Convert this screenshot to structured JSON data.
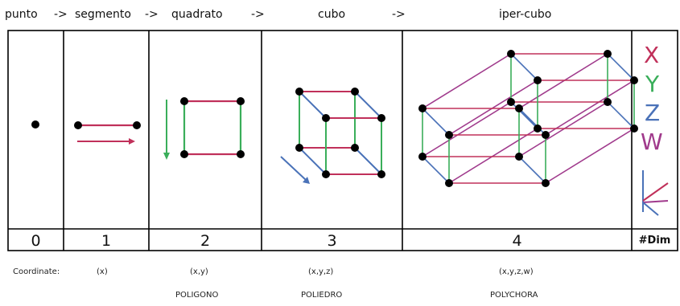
{
  "header": {
    "stages": [
      "punto",
      "segmento",
      "quadrato",
      "cubo",
      "iper-cubo"
    ],
    "arrow": "->"
  },
  "dimensions": [
    "0",
    "1",
    "2",
    "3",
    "4",
    "#Dim"
  ],
  "footer": {
    "coordinate_label": "Coordinate:",
    "coordinates": [
      "(x)",
      "(x,y)",
      "(x,y,z)",
      "(x,y,z,w)"
    ],
    "names": [
      "POLIGONO",
      "POLIEDRO",
      "POLYCHORA"
    ]
  },
  "axes_legend": [
    "X",
    "Y",
    "Z",
    "W"
  ],
  "colors": {
    "x": "#c0305a",
    "y": "#3aae5a",
    "z": "#4a72b8",
    "w": "#a03a8c",
    "vertex": "#000000",
    "frame": "#000000"
  }
}
